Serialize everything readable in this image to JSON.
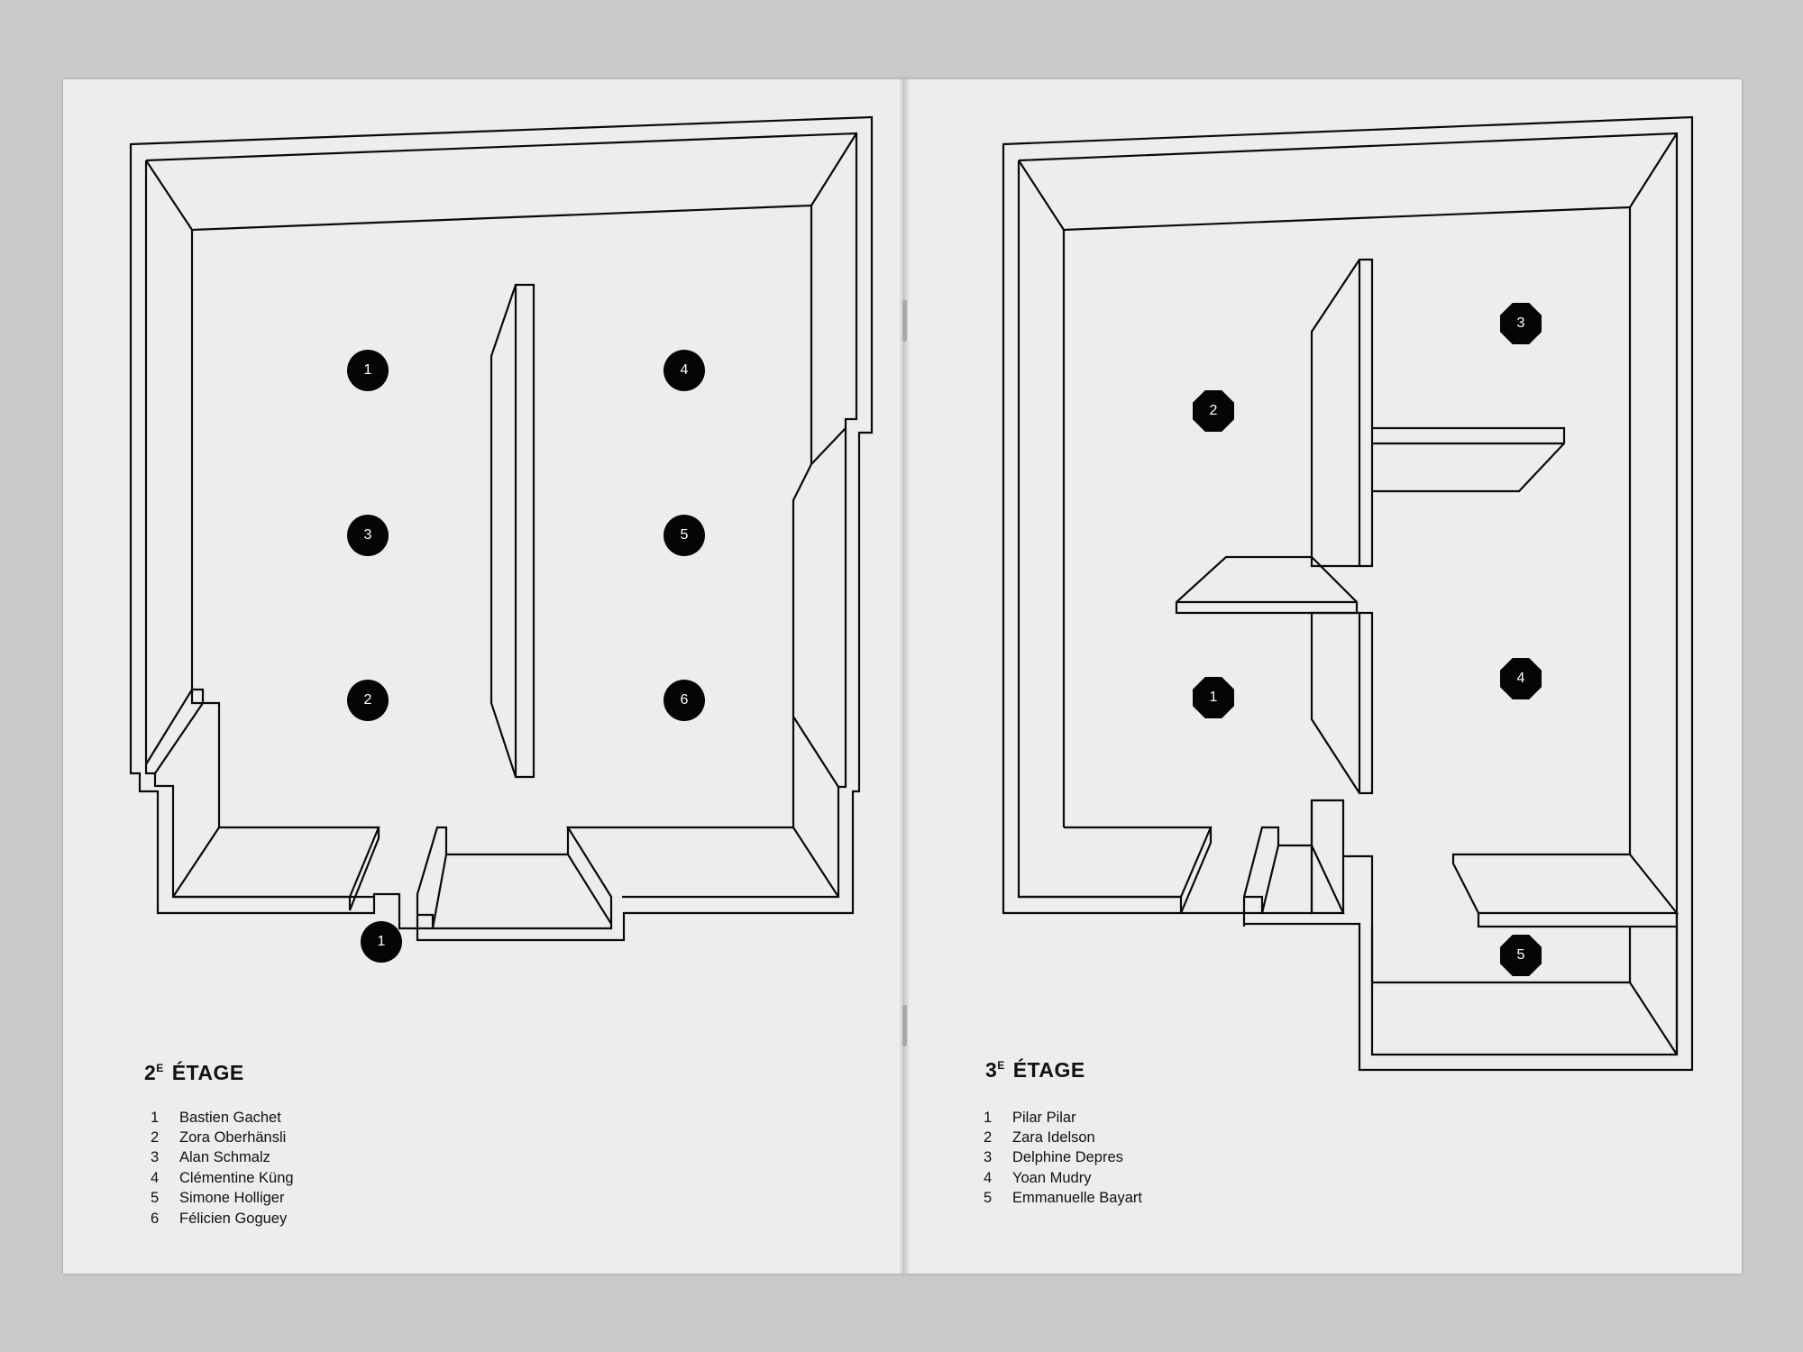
{
  "pages": [
    {
      "floor_number": "2",
      "floor_suffix": "E",
      "floor_word": "ÉTAGE",
      "legend": [
        {
          "num": "1",
          "name": "Bastien Gachet"
        },
        {
          "num": "2",
          "name": "Zora Oberhänsli"
        },
        {
          "num": "3",
          "name": "Alan Schmalz"
        },
        {
          "num": "4",
          "name": "Clémentine Küng"
        },
        {
          "num": "5",
          "name": "Simone Holliger"
        },
        {
          "num": "6",
          "name": "Félicien Goguey"
        }
      ],
      "markers": [
        "1",
        "4",
        "3",
        "5",
        "2",
        "6",
        "1"
      ]
    },
    {
      "floor_number": "3",
      "floor_suffix": "E",
      "floor_word": "ÉTAGE",
      "legend": [
        {
          "num": "1",
          "name": "Pilar Pilar"
        },
        {
          "num": "2",
          "name": "Zara Idelson"
        },
        {
          "num": "3",
          "name": "Delphine Depres"
        },
        {
          "num": "4",
          "name": "Yoan Mudry"
        },
        {
          "num": "5",
          "name": "Emmanuelle Bayart"
        }
      ],
      "markers": [
        "3",
        "2",
        "1",
        "4",
        "5"
      ]
    }
  ],
  "colors": {
    "paper": "#ededed",
    "background": "#c9c9c9",
    "ink": "#050505"
  }
}
